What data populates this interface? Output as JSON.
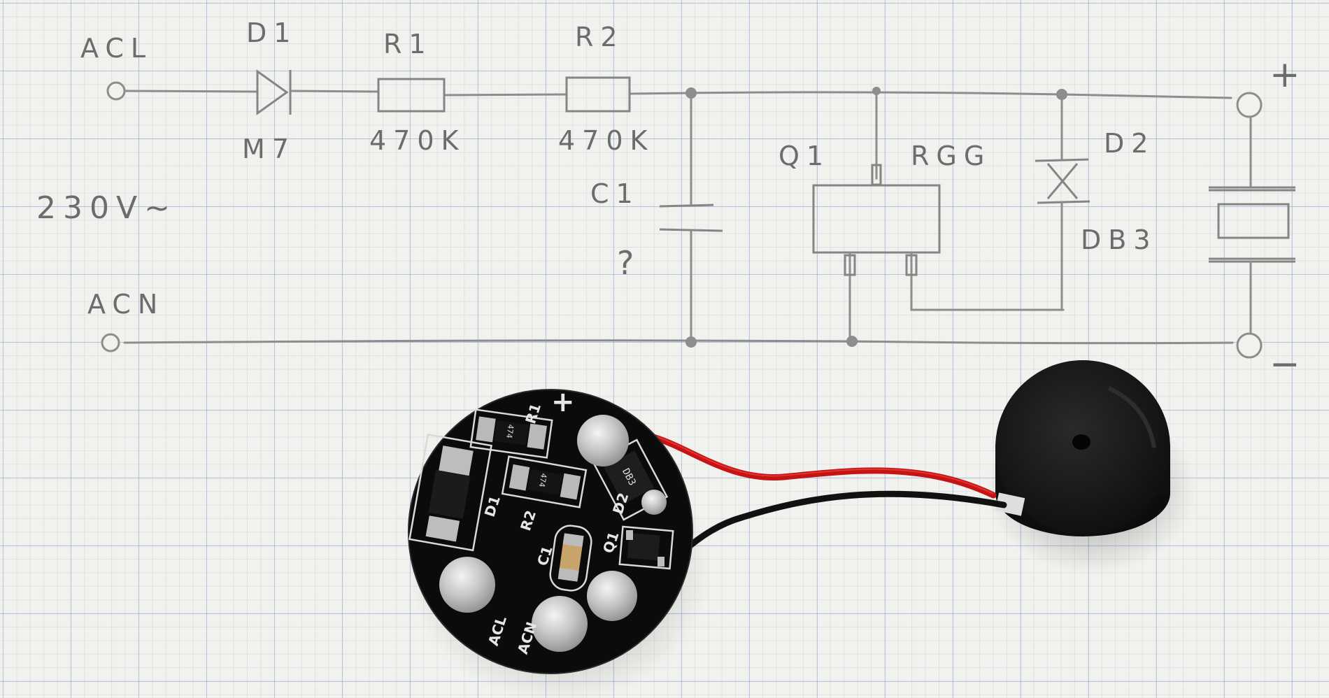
{
  "schematic": {
    "labels": {
      "acl": "ACL",
      "acn": "ACN",
      "voltage": "230V~",
      "d1": "D1",
      "d1_value": "M7",
      "r1": "R1",
      "r1_value": "470K",
      "r2": "R2",
      "r2_value": "470K",
      "c1": "C1",
      "c1_value": "?",
      "q1": "Q1",
      "q1_value": "RGG",
      "d2": "D2",
      "d2_value": "DB3",
      "plus": "+",
      "minus": "−"
    }
  },
  "pcb": {
    "silkscreen": {
      "r1": "R1",
      "r2": "R2",
      "d1": "D1",
      "d2": "D2",
      "c1": "C1",
      "q1": "Q1",
      "plus": "+",
      "acl": "ACL",
      "acn": "ACN"
    },
    "smd_codes": {
      "r1": "474",
      "r2": "474",
      "d2": "DB3"
    }
  },
  "colors": {
    "pencil": "#7a7a7a",
    "grid": "#8fa9d4",
    "pcb": "#0b0b0b",
    "solder": "#c9c9c9",
    "wire_red": "#c41414",
    "wire_black": "#111111",
    "buzzer": "#161616"
  }
}
